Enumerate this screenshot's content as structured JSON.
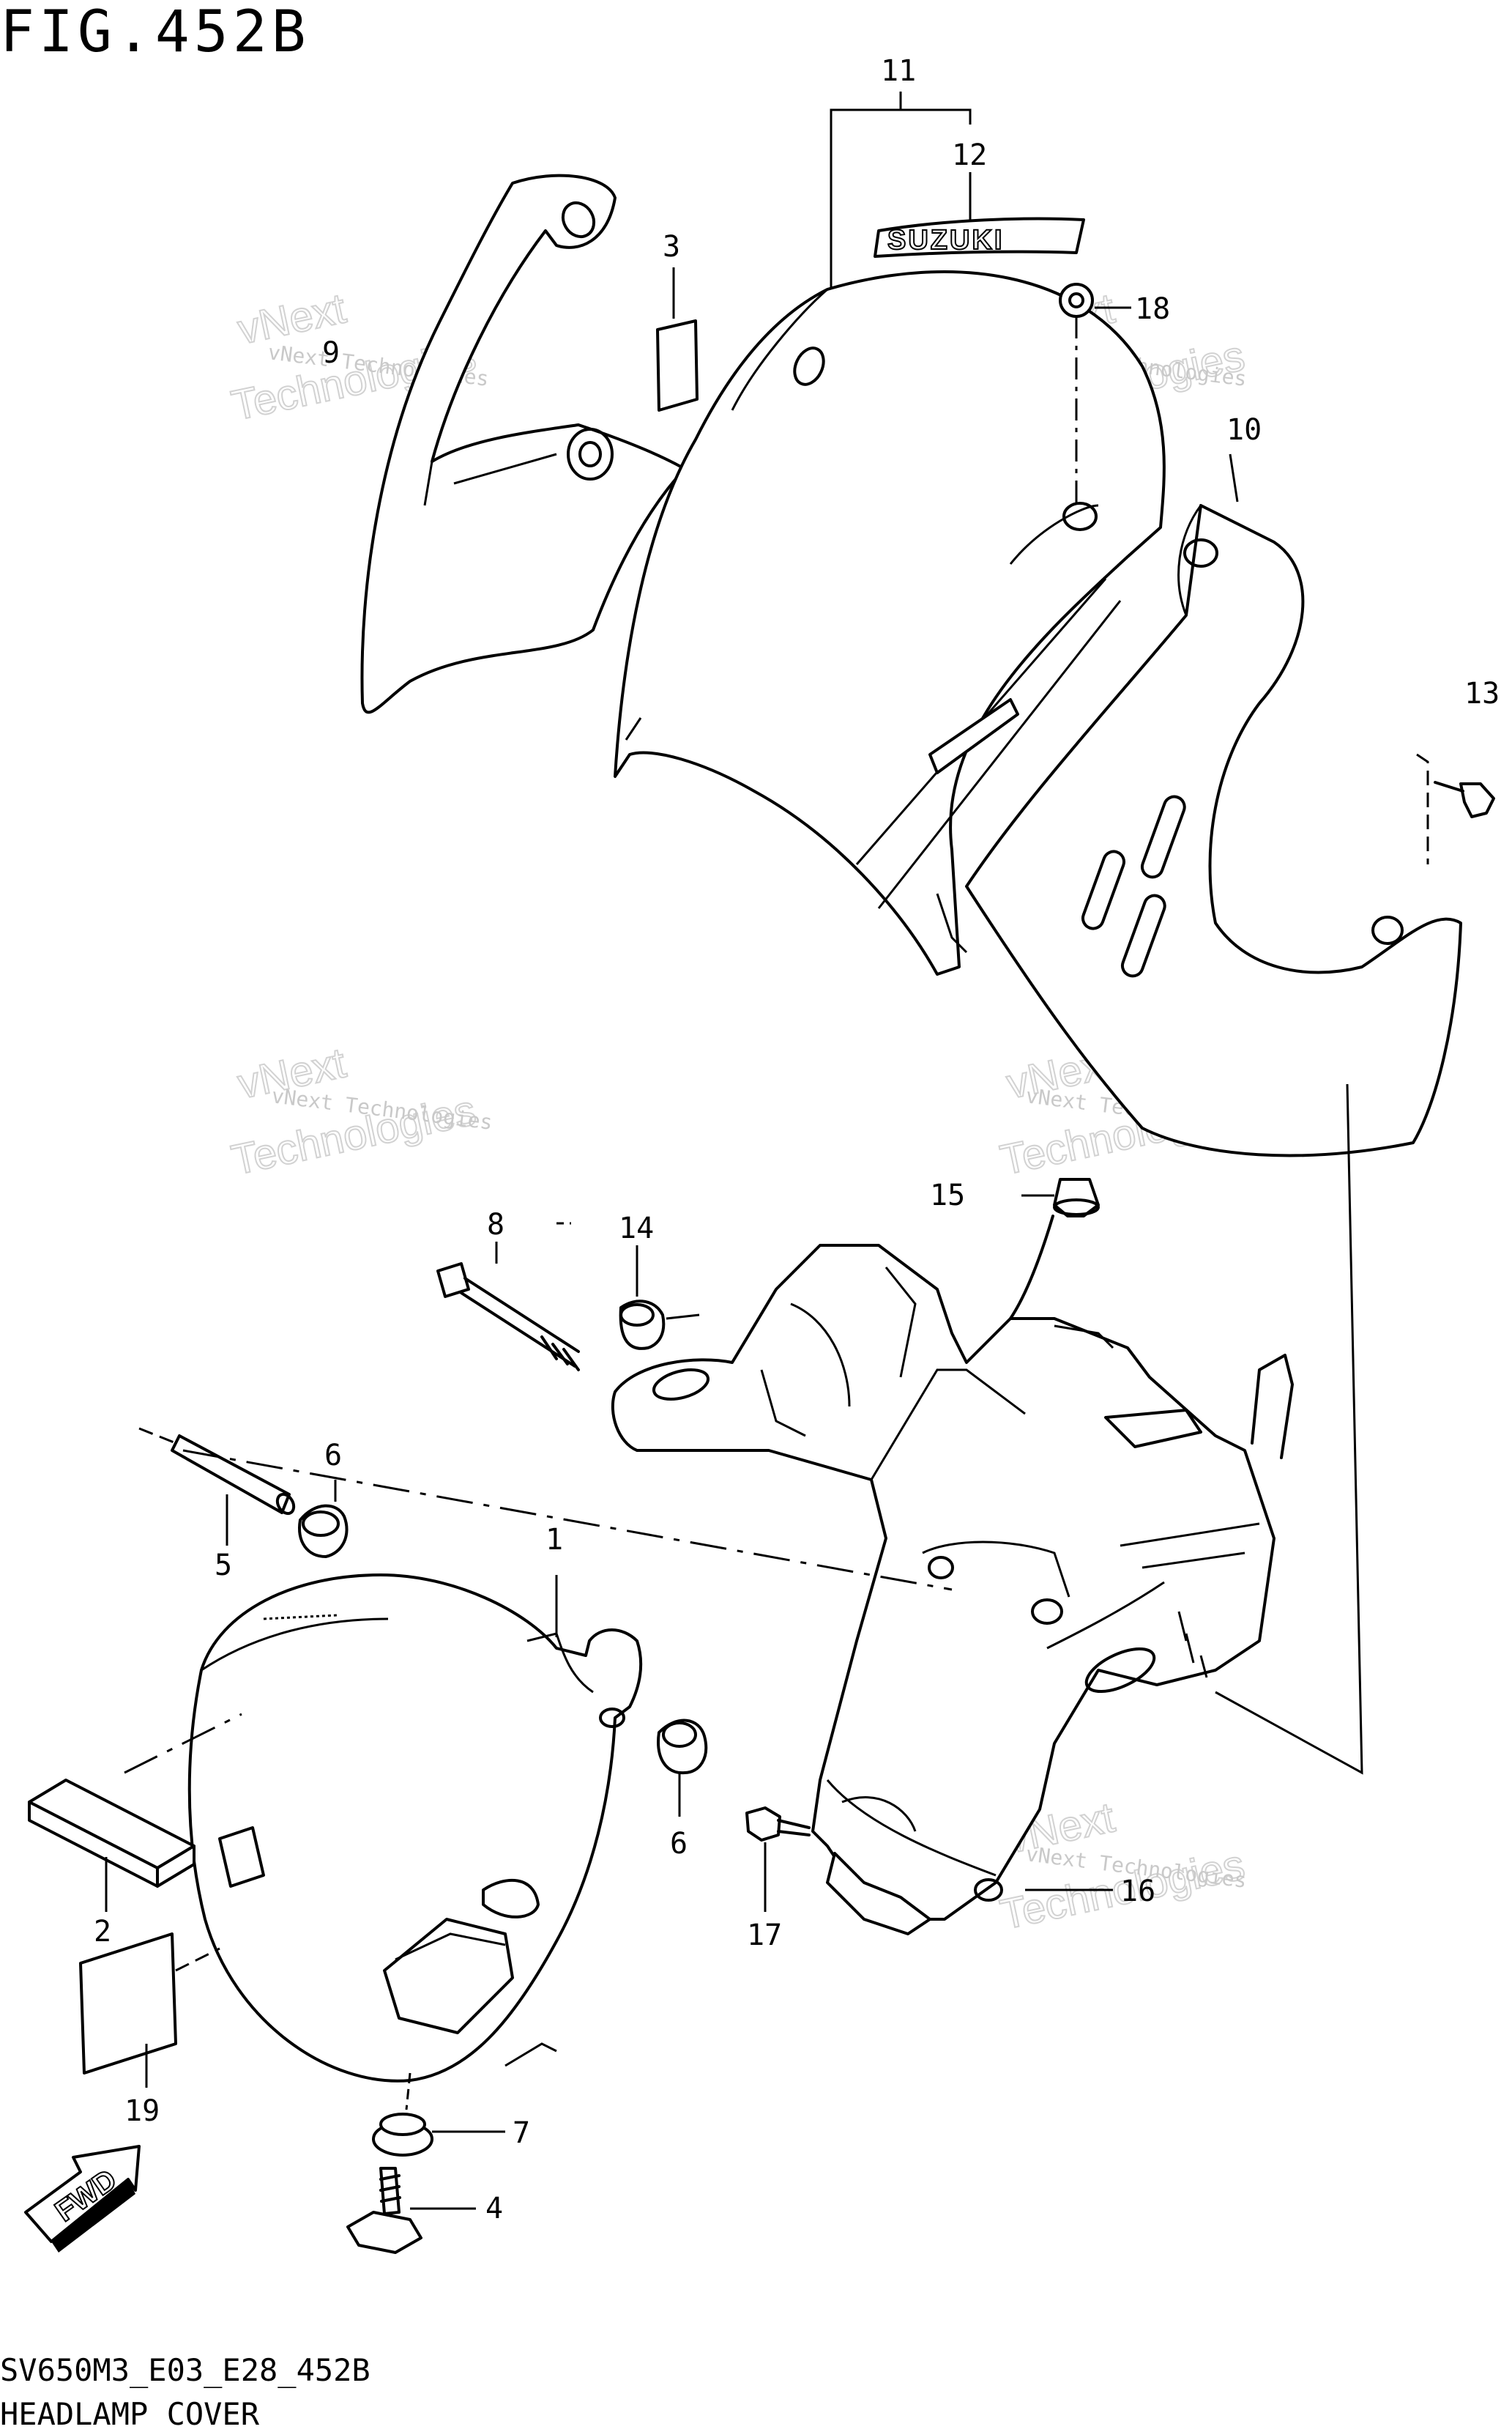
{
  "figure": {
    "title": "FIG.452B",
    "model_code": "SV650M3_E03_E28_452B",
    "caption": "HEADLAMP COVER"
  },
  "logo": {
    "text": "SUZUKI"
  },
  "fwd_arrow": {
    "text": "FWD"
  },
  "watermark": {
    "line1": "vNext Technologies",
    "line2": "vNext",
    "line3": "Technologies"
  },
  "callouts": {
    "c1": "1",
    "c2": "2",
    "c3": "3",
    "c4": "4",
    "c5": "5",
    "c6a": "6",
    "c6b": "6",
    "c7": "7",
    "c8": "8",
    "c9": "9",
    "c10": "10",
    "c11": "11",
    "c12": "12",
    "c13": "13",
    "c14": "14",
    "c15": "15",
    "c16": "16",
    "c17": "17",
    "c18": "18",
    "c19": "19"
  }
}
